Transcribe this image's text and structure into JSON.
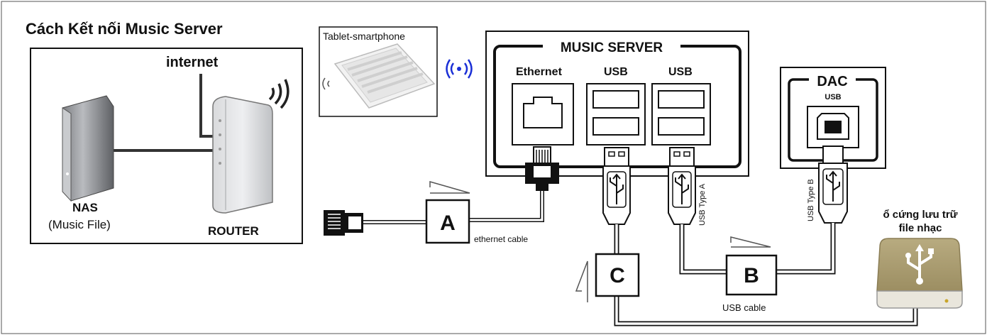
{
  "title": "Cách Kết nối Music Server",
  "left_panel": {
    "internet_label": "internet",
    "nas_label": "NAS",
    "nas_sublabel": "(Music File)",
    "router_label": "ROUTER"
  },
  "tablet_label": "Tablet-smartphone",
  "music_server": {
    "title": "MUSIC SERVER",
    "port_ethernet": "Ethernet",
    "port_usb_1": "USB",
    "port_usb_2": "USB"
  },
  "dac": {
    "title": "DAC",
    "port_label": "USB"
  },
  "labels": {
    "usb_type_a": "USB Type A",
    "usb_type_b": "USB Type B",
    "ethernet_cable": "ethernet cable",
    "usb_cable": "USB cable",
    "hdd_line1": "ổ cứng lưu trữ",
    "hdd_line2": "file nhạc"
  },
  "cable_boxes": {
    "a": "A",
    "b": "B",
    "c": "C"
  },
  "colors": {
    "hdd_fill": "#a89a6e",
    "hdd_dark": "#8a7d55",
    "line": "#111111"
  }
}
